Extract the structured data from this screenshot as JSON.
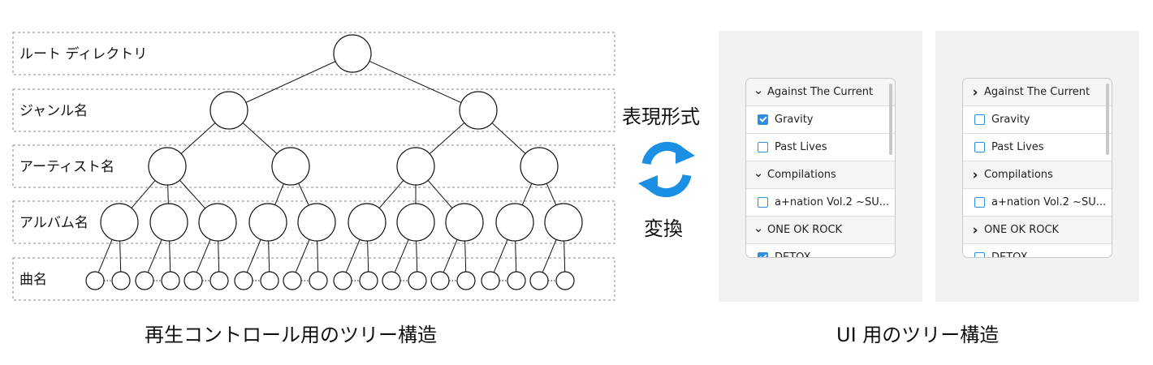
{
  "tree_diagram": {
    "levels": [
      "ルート ディレクトリ",
      "ジャンル名",
      "アーティスト名",
      "アルバム名",
      "曲名"
    ],
    "caption": "再生コントロール用のツリー構造"
  },
  "transform": {
    "top_label": "表現形式",
    "bottom_label": "変換",
    "icon": "refresh-arrows-icon",
    "icon_color": "#1a8fe3"
  },
  "ui_tree": {
    "caption": "UI 用のツリー構造",
    "accent_color": "#2f8ee0",
    "panels": [
      {
        "rows": [
          {
            "type": "group",
            "chevron": "down",
            "label": "Against The Current"
          },
          {
            "type": "item",
            "checked": true,
            "label": "Gravity"
          },
          {
            "type": "item",
            "checked": false,
            "label": "Past Lives"
          },
          {
            "type": "group",
            "chevron": "down",
            "label": "Compilations"
          },
          {
            "type": "item",
            "checked": false,
            "label": "a+nation Vol.2 ~SU..."
          },
          {
            "type": "group",
            "chevron": "down",
            "label": "ONE OK ROCK"
          },
          {
            "type": "item",
            "checked": true,
            "label": "DETOX"
          }
        ]
      },
      {
        "rows": [
          {
            "type": "group",
            "chevron": "right",
            "label": "Against The Current"
          },
          {
            "type": "item",
            "checked": false,
            "label": "Gravity"
          },
          {
            "type": "item",
            "checked": false,
            "label": "Past Lives"
          },
          {
            "type": "group",
            "chevron": "right",
            "label": "Compilations"
          },
          {
            "type": "item",
            "checked": false,
            "label": "a+nation Vol.2 ~SU..."
          },
          {
            "type": "group",
            "chevron": "right",
            "label": "ONE OK ROCK"
          },
          {
            "type": "item",
            "checked": false,
            "label": "DETOX"
          }
        ]
      }
    ]
  }
}
